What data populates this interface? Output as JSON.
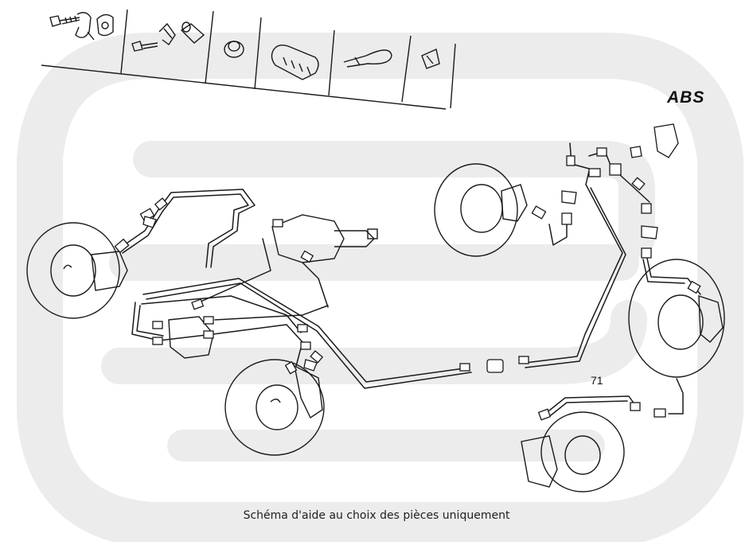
{
  "labels": {
    "abs": "ABS",
    "ref_71": "71"
  },
  "caption": "Schéma d'aide au choix des pièces uniquement",
  "colors": {
    "line": "#1a1a1a",
    "watermark": "#ececec",
    "background": "#ffffff"
  }
}
